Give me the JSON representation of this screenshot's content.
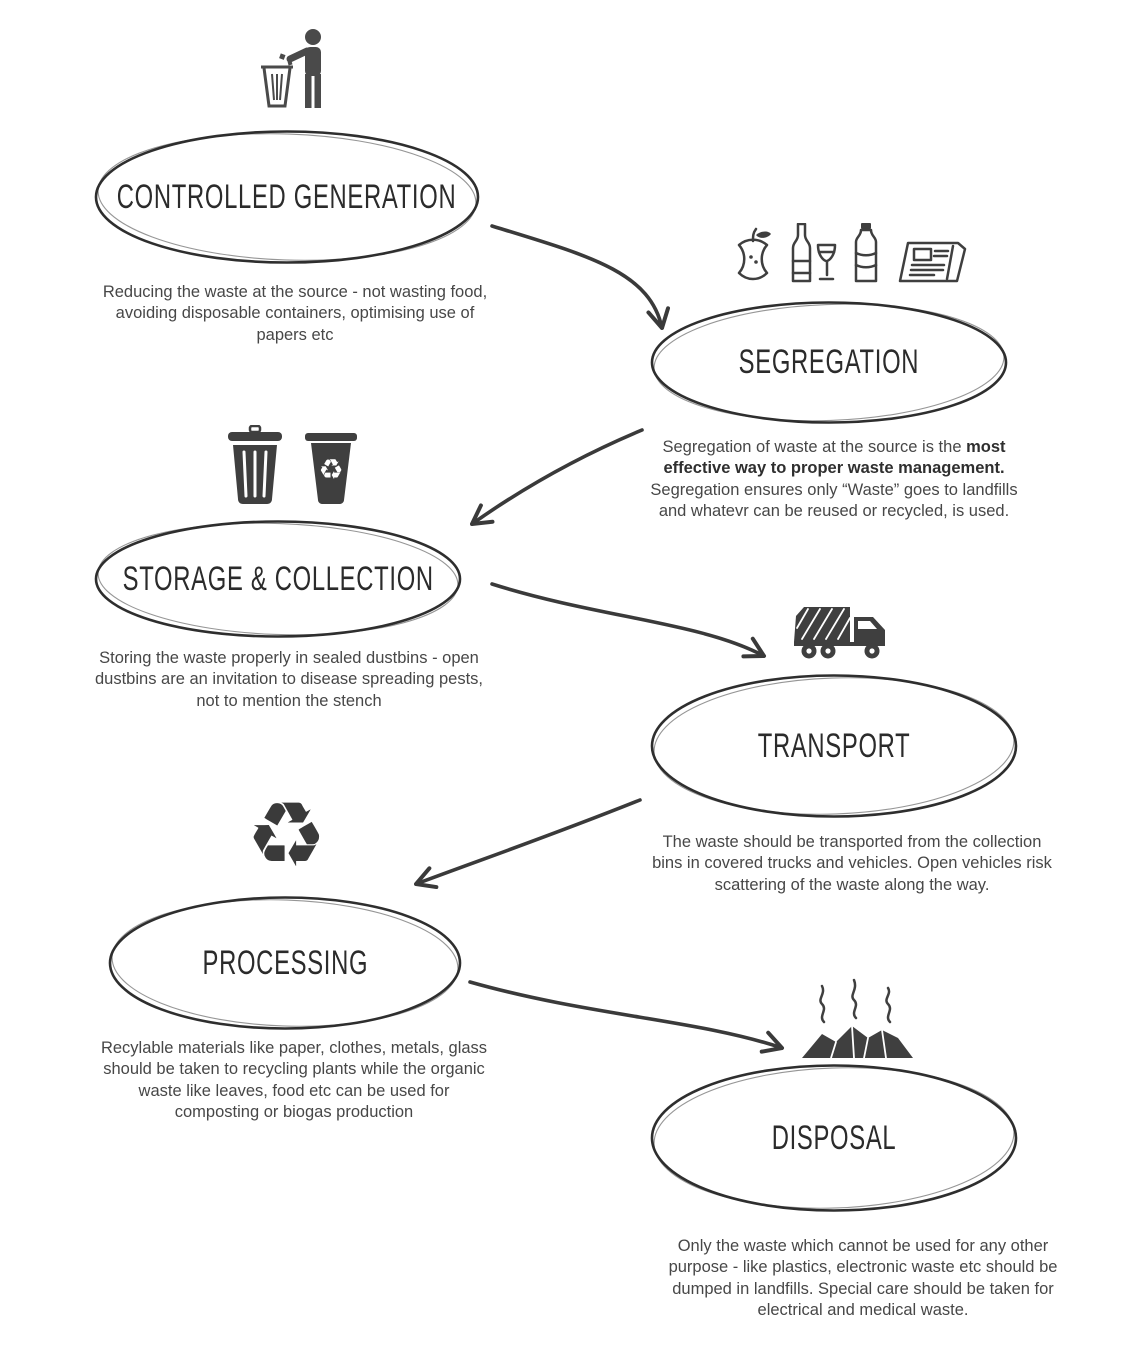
{
  "colors": {
    "ink": "#3a3a3a",
    "text": "#474747",
    "background": "#ffffff"
  },
  "steps": {
    "generation": {
      "title": "CONTROLLED GENERATION",
      "description": "Reducing the waste at the source - not wasting food, avoiding disposable containers, optimising use of papers etc"
    },
    "segregation": {
      "title": "SEGREGATION",
      "desc_pre": "Segregation of waste at the source is the ",
      "desc_bold": "most effective way to proper waste management.",
      "desc_post": " Segregation ensures only “Waste” goes to landfills and whatevr can be reused or recycled, is used."
    },
    "storage": {
      "title": "STORAGE & COLLECTION",
      "description": "Storing the waste properly in sealed dustbins - open dustbins are an invitation to disease spreading pests, not to mention the stench"
    },
    "transport": {
      "title": "TRANSPORT",
      "description": "The waste should be transported from the collection bins in covered trucks and vehicles. Open vehicles risk scattering of the waste along the way."
    },
    "processing": {
      "title": "PROCESSING",
      "description": "Recylable materials like paper, clothes, metals, glass should be taken to recycling plants while the organic waste like leaves, food etc can be used for composting or biogas production"
    },
    "disposal": {
      "title": "DISPOSAL",
      "description": "Only the waste which cannot be used for any other purpose - like plastics, electronic waste etc should be dumped in landfills. Special care should be taken for electrical and medical waste."
    }
  },
  "icons": {
    "generation": "person-littering-icon",
    "segregation": [
      "apple-core-icon",
      "wine-bottle-glass-icon",
      "water-bottle-icon",
      "newspaper-icon"
    ],
    "storage": [
      "dustbin-icon",
      "recycle-bin-icon"
    ],
    "transport": "garbage-truck-icon",
    "processing": "recycle-symbol-icon",
    "disposal": "landfill-smoke-icon",
    "recycle_glyph": "♻"
  }
}
